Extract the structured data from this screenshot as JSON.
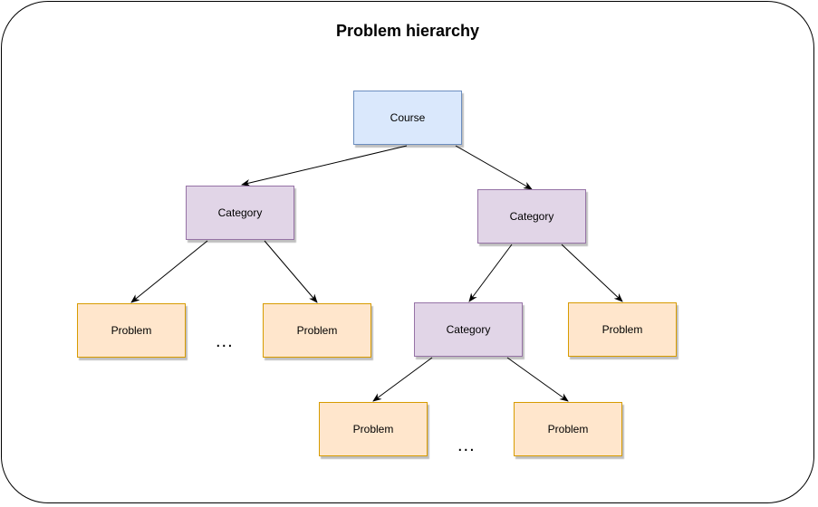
{
  "diagram": {
    "title": "Problem hierarchy",
    "nodes": {
      "course": "Course",
      "category_left": "Category",
      "category_right": "Category",
      "category_sub": "Category",
      "problem_1": "Problem",
      "problem_2": "Problem",
      "problem_3": "Problem",
      "problem_4": "Problem",
      "problem_5": "Problem"
    },
    "ellipsis_left": "...",
    "ellipsis_bottom": "...",
    "edges": [
      {
        "from": "Course",
        "to": "Category (left)"
      },
      {
        "from": "Course",
        "to": "Category (right)"
      },
      {
        "from": "Category (left)",
        "to": "Problem 1"
      },
      {
        "from": "Category (left)",
        "to": "Problem 2"
      },
      {
        "from": "Category (right)",
        "to": "Category (sub)"
      },
      {
        "from": "Category (right)",
        "to": "Problem 3"
      },
      {
        "from": "Category (sub)",
        "to": "Problem 4"
      },
      {
        "from": "Category (sub)",
        "to": "Problem 5"
      }
    ],
    "colors": {
      "course_fill": "#dae8fc",
      "course_stroke": "#6c8ebf",
      "category_fill": "#e1d5e7",
      "category_stroke": "#9673a6",
      "problem_fill": "#ffe6cc",
      "problem_stroke": "#d79b00"
    }
  }
}
